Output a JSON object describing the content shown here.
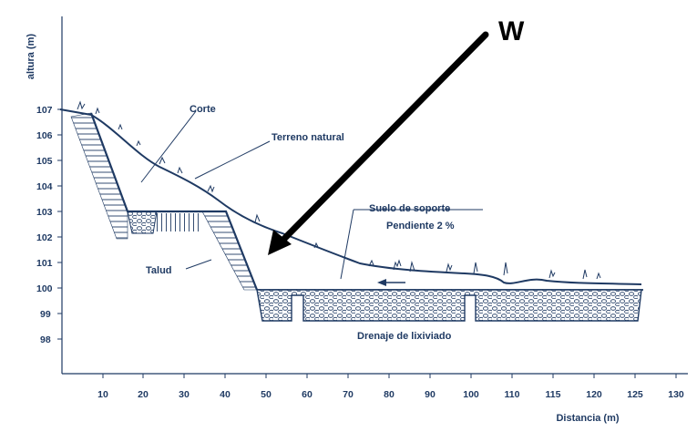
{
  "axes": {
    "y_label": "altura (m)",
    "x_label": "Distancia (m)",
    "y_ticks": [
      "107",
      "106",
      "105",
      "104",
      "103",
      "102",
      "101",
      "100",
      "99",
      "98"
    ],
    "x_ticks": [
      "10",
      "20",
      "30",
      "40",
      "50",
      "60",
      "70",
      "80",
      "90",
      "100",
      "110",
      "115",
      "120",
      "125",
      "130"
    ]
  },
  "labels": {
    "corte": "Corte",
    "terreno": "Terreno natural",
    "suelo": "Suelo de soporte",
    "pendiente": "Pendiente 2 %",
    "talud": "Talud",
    "drenaje": "Drenaje de lixiviado",
    "w": "W"
  },
  "colors": {
    "line": "#1f3a63",
    "arrow": "#000000",
    "background": "#ffffff"
  }
}
